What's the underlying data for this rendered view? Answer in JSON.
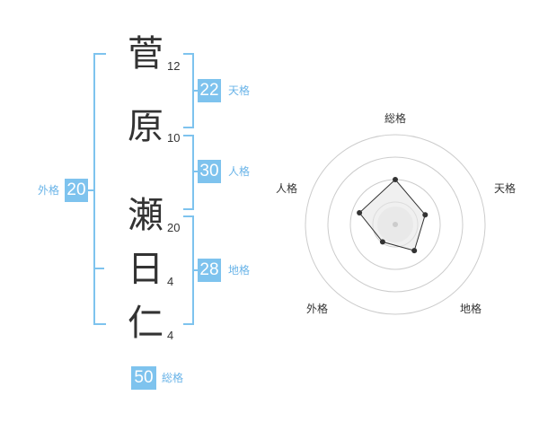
{
  "name": [
    {
      "char": "菅",
      "strokes": "12"
    },
    {
      "char": "原",
      "strokes": "10"
    },
    {
      "char": "瀬",
      "strokes": "20"
    },
    {
      "char": "日",
      "strokes": "4"
    },
    {
      "char": "仁",
      "strokes": "4"
    }
  ],
  "kakusu": {
    "tenkaku": {
      "value": "22",
      "label": "天格"
    },
    "jinkaku": {
      "value": "30",
      "label": "人格"
    },
    "chikaku": {
      "value": "28",
      "label": "地格"
    },
    "gaikaku": {
      "value": "20",
      "label": "外格"
    },
    "soukaku": {
      "value": "50",
      "label": "総格"
    }
  },
  "radar": {
    "axes": [
      "総格",
      "天格",
      "地格",
      "外格",
      "人格"
    ],
    "rings": 4,
    "values": [
      0.5,
      0.35,
      0.36,
      0.24,
      0.42
    ],
    "colors": {
      "ring": "#cccccc",
      "fill": "#eeeeee",
      "line": "#333333",
      "point": "#333333",
      "center": "#cccccc"
    }
  }
}
